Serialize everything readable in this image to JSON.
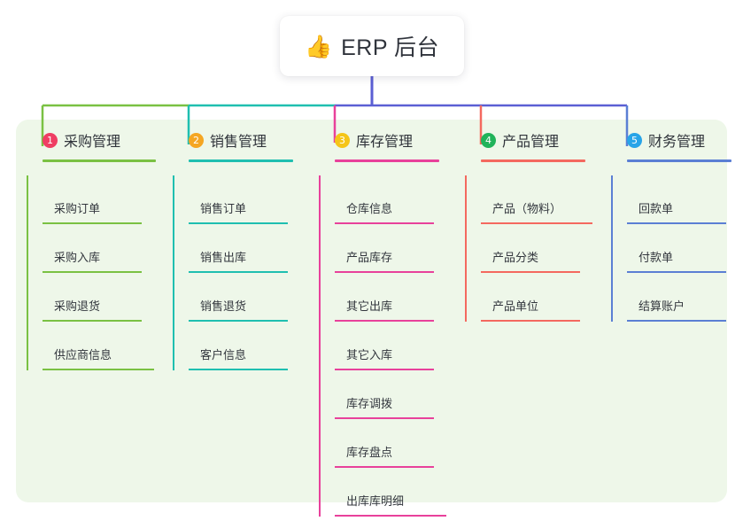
{
  "root": {
    "icon": "thumbs-up-icon",
    "emoji": "👍",
    "title": "ERP 后台"
  },
  "theme": {
    "panel_bg": "#eef7e9",
    "card_bg": "#ffffff",
    "text": "#2f333a",
    "root_connector": "#5b5fd4"
  },
  "columns": [
    {
      "number": "1",
      "title": "采购管理",
      "badge_color": "#ef3e63",
      "line_color": "#7ac143",
      "items": [
        "采购订单",
        "采购入库",
        "采购退货",
        "供应商信息"
      ]
    },
    {
      "number": "2",
      "title": "销售管理",
      "badge_color": "#f5a623",
      "line_color": "#1fbfb0",
      "items": [
        "销售订单",
        "销售出库",
        "销售退货",
        "客户信息"
      ]
    },
    {
      "number": "3",
      "title": "库存管理",
      "badge_color": "#f5c518",
      "line_color": "#e8419b",
      "items": [
        "仓库信息",
        "产品库存",
        "其它出库",
        "其它入库",
        "库存调拨",
        "库存盘点",
        "出库库明细"
      ]
    },
    {
      "number": "4",
      "title": "产品管理",
      "badge_color": "#21b35a",
      "line_color": "#f4695f",
      "items": [
        "产品（物料）",
        "产品分类",
        "产品单位"
      ]
    },
    {
      "number": "5",
      "title": "财务管理",
      "badge_color": "#28a4e8",
      "line_color": "#5b7fd4",
      "items": [
        "回款单",
        "付款单",
        "结算账户"
      ]
    }
  ]
}
